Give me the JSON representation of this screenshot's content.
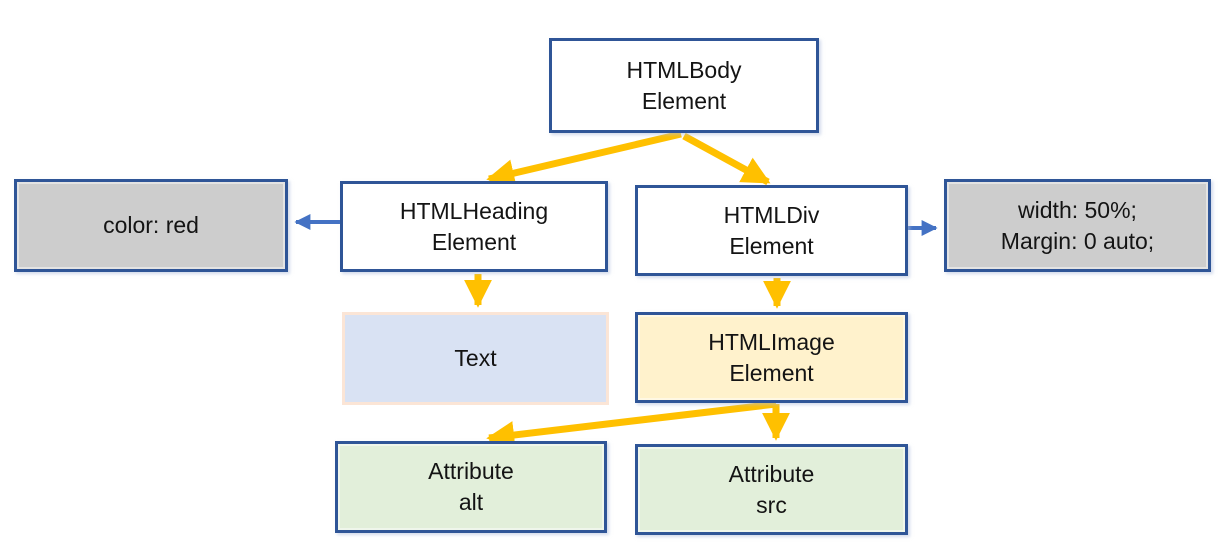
{
  "diagram": {
    "type": "dom-tree",
    "nodes": {
      "htmlbody": {
        "line1": "HTMLBody",
        "line2": "Element"
      },
      "color_red": {
        "line1": "color: red"
      },
      "htmlheading": {
        "line1": "HTMLHeading",
        "line2": "Element"
      },
      "htmldiv": {
        "line1": "HTMLDiv",
        "line2": "Element"
      },
      "width_margin": {
        "line1": "width: 50%;",
        "line2": "Margin: 0 auto;"
      },
      "text": {
        "line1": "Text"
      },
      "htmlimage": {
        "line1": "HTMLImage",
        "line2": "Element"
      },
      "attr_alt": {
        "line1": "Attribute",
        "line2": "alt"
      },
      "attr_src": {
        "line1": "Attribute",
        "line2": "src"
      }
    },
    "edges": [
      {
        "from": "htmlbody",
        "to": "htmlheading",
        "style": "yellow-arrow"
      },
      {
        "from": "htmlbody",
        "to": "htmldiv",
        "style": "yellow-arrow"
      },
      {
        "from": "htmlheading",
        "to": "color_red",
        "style": "blue-arrow"
      },
      {
        "from": "htmldiv",
        "to": "width_margin",
        "style": "blue-arrow"
      },
      {
        "from": "htmlheading",
        "to": "text",
        "style": "yellow-arrow"
      },
      {
        "from": "htmldiv",
        "to": "htmlimage",
        "style": "yellow-arrow"
      },
      {
        "from": "htmlimage",
        "to": "attr_alt",
        "style": "yellow-arrow"
      },
      {
        "from": "htmlimage",
        "to": "attr_src",
        "style": "yellow-arrow"
      }
    ]
  },
  "colors": {
    "box_border": "#2F5597",
    "arrow_yellow": "#FFC000",
    "arrow_blue": "#4472C4",
    "fill_white": "#FFFFFF",
    "fill_gray": "#CDCDCD",
    "fill_lavender": "#D9E2F3",
    "lavender_border": "#FBE5D6",
    "fill_yellow": "#FFF2CC",
    "fill_green": "#E2EFDA"
  }
}
